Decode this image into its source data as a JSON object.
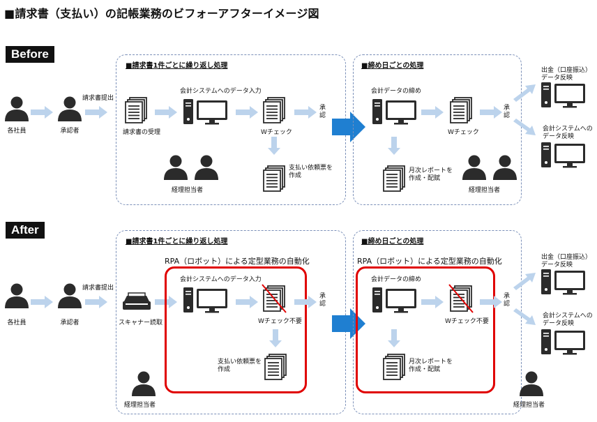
{
  "title": "■請求書（支払い）の記帳業務のビフォーアフターイメージ図",
  "before": {
    "section_label": "Before",
    "employees": "各社員",
    "approver": "承認者",
    "invoice_submit": "請求書提出",
    "box1": {
      "title": "■請求書1件ごとに繰り返し処理",
      "receipt": "請求書の受理",
      "data_entry": "会計システムへのデータ入力",
      "w_check": "Wチェック",
      "approval": "承\n認",
      "payment_slip": "支払い依頼票を\n作成",
      "accounting_staff": "経理担当者"
    },
    "box2": {
      "title": "■締め日ごとの処理",
      "tightening": "会計データの締め",
      "w_check": "Wチェック",
      "approval": "承\n認",
      "monthly_report": "月次レポートを\n作成・配賦",
      "accounting_staff": "経理担当者",
      "out_payment": "出金（口座振込）\nデータ反映",
      "out_system": "会計システムへの\nデータ反映"
    }
  },
  "after": {
    "section_label": "After",
    "employees": "各社員",
    "approver": "承認者",
    "invoice_submit": "請求書提出",
    "box1": {
      "title": "■請求書1件ごとに繰り返し処理",
      "rpa_title": "RPA（ロボット）による定型業務の自動化",
      "scanner": "スキャナー読取",
      "data_entry": "会計システムへのデータ入力",
      "w_check": "Wチェック不要",
      "approval": "承\n認",
      "payment_slip": "支払い依頼票を\n作成",
      "accounting_staff": "経理担当者"
    },
    "box2": {
      "title": "■締め日ごとの処理",
      "rpa_title": "RPA（ロボット）による定型業務の自動化",
      "tightening": "会計データの締め",
      "w_check": "Wチェック不要",
      "approval": "承\n認",
      "monthly_report": "月次レポートを\n作成・配賦",
      "accounting_staff": "経理担当者",
      "out_payment": "出金（口座振込）\nデータ反映",
      "out_system": "会計システムへの\nデータ反映"
    }
  },
  "colors": {
    "arrow_light": "#bcd3ec",
    "arrow_dark": "#1f7fd1",
    "box_border": "#7a8fb8",
    "rpa_border": "#e00000",
    "icon": "#2b2b2b"
  }
}
